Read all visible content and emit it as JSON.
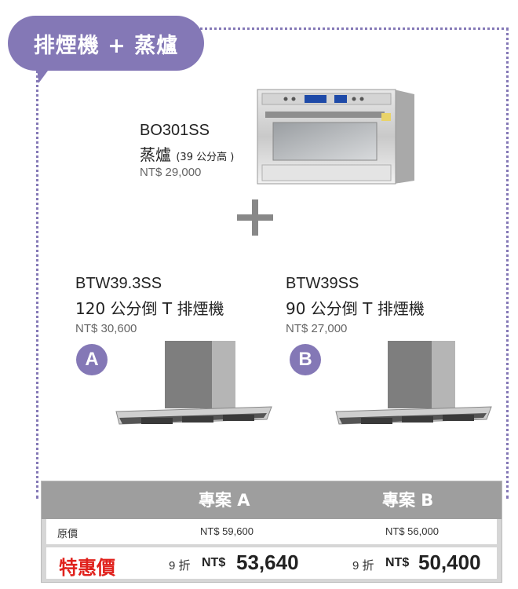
{
  "badge": {
    "title": "排煙機 + 蒸爐"
  },
  "oven": {
    "model": "BO301SS",
    "name": "蒸爐",
    "height_note": "(39 公分高 )",
    "price": "NT$ 29,000"
  },
  "hood_a": {
    "model": "BTW39.3SS",
    "name": "120 公分倒 T 排煙機",
    "price": "NT$ 30,600",
    "badge": "A"
  },
  "hood_b": {
    "model": "BTW39SS",
    "name": "90 公分倒 T 排煙機",
    "price": "NT$ 27,000",
    "badge": "B"
  },
  "table": {
    "headers": [
      "專案 A",
      "專案 B"
    ],
    "original_label": "原價",
    "original": [
      "NT$ 59,600",
      "NT$ 56,000"
    ],
    "special_label": "特惠價",
    "discount": [
      "9 折",
      "9 折"
    ],
    "currency": "NT$",
    "special": [
      "53,640",
      "50,400"
    ]
  },
  "colors": {
    "accent": "#8478b6",
    "special_red": "#e0211c",
    "header_gray": "#9e9e9e"
  }
}
